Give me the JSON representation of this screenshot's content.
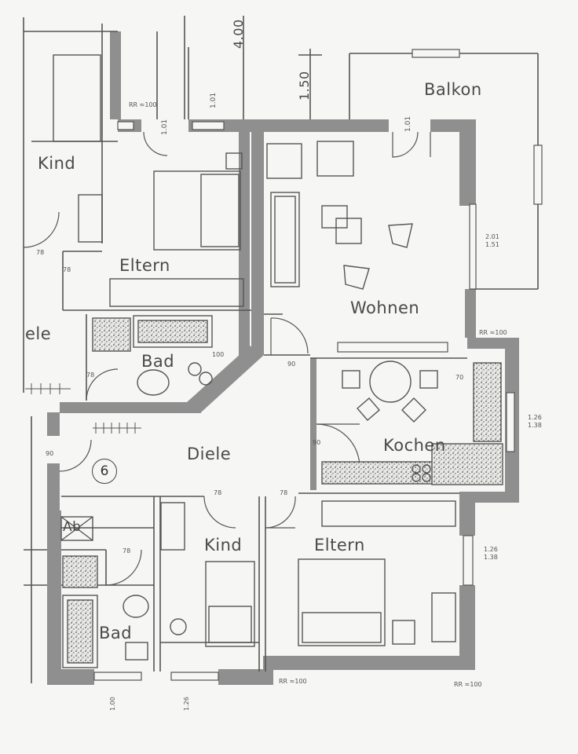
{
  "rooms": {
    "balkon": "Balkon",
    "kind_top": "Kind",
    "eltern_top": "Eltern",
    "wohnen": "Wohnen",
    "ele": "ele",
    "bad_top": "Bad",
    "kochen": "Kochen",
    "diele": "Diele",
    "kind_bottom": "Kind",
    "eltern_bottom": "Eltern",
    "bad_bottom": "Bad",
    "ab": "Ab"
  },
  "unit_number": "6",
  "dimensions": {
    "d400": "4.00",
    "d150": "1.50",
    "d101_a": "1.01",
    "d101_b": "1.01",
    "d101_c": "1.01",
    "d201": "2.01",
    "d151": "1.51",
    "d126_a": "1.26",
    "d126_b": "1.26",
    "d138_a": "1.38",
    "d138_b": "1.38",
    "d90_a": "90",
    "d90_b": "90",
    "d90_c": "90",
    "d78_a": "78",
    "d78_b": "78",
    "d78_c": "78",
    "d78_d": "78",
    "d78_e": "78",
    "d78_f": "78",
    "d70": "70",
    "d100": "100",
    "rr_1": "RR ≈100",
    "rr_2": "RR ≈100",
    "rr_3": "RR ≈100",
    "rr_4": "RR ≈100",
    "d1_00": "1.00",
    "d1_26": "1.26"
  },
  "colors": {
    "wall": "#8f8f8f",
    "line": "#555555",
    "counter": "#b8b8b8",
    "paper": "#f6f6f4"
  }
}
